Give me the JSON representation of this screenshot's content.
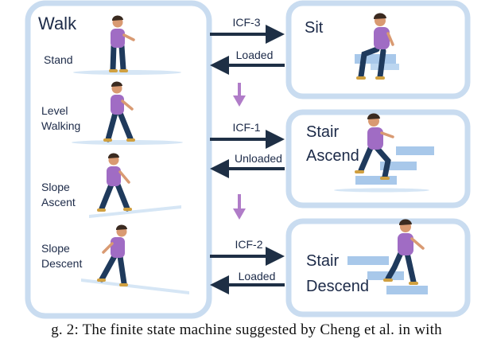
{
  "colors": {
    "panel_border": "#c9dcf0",
    "panel_fill": "#ffffff",
    "arrow_dark": "#1e2f45",
    "arrow_purple": "#b07cc8",
    "title_text": "#1c2a48",
    "ground": "#d6e6f5",
    "stairs": "#a8c8ea",
    "shirt": "#a06cc4",
    "pants": "#1f3a5c",
    "skin": "#d99a72",
    "hair": "#3a2a20",
    "shoe": "#d0a040"
  },
  "walk_panel": {
    "title": "Walk",
    "substates": {
      "stand": [
        "Stand"
      ],
      "level": [
        "Level",
        "Walking"
      ],
      "slope_ascent": [
        "Slope",
        "Ascent"
      ],
      "slope_descent": [
        "Slope",
        "Descent"
      ]
    }
  },
  "sit_panel": {
    "title": [
      "Sit"
    ]
  },
  "stair_ascend_panel": {
    "title": [
      "Stair",
      "Ascend"
    ]
  },
  "stair_descend_panel": {
    "title": [
      "Stair",
      "Descend"
    ]
  },
  "transitions": {
    "icf3": "ICF-3",
    "loaded_top": "Loaded",
    "icf1": "ICF-1",
    "unloaded": "Unloaded",
    "icf2": "ICF-2",
    "loaded_bottom": "Loaded"
  },
  "caption": "g. 2: The finite state machine suggested by Cheng et al. in with"
}
